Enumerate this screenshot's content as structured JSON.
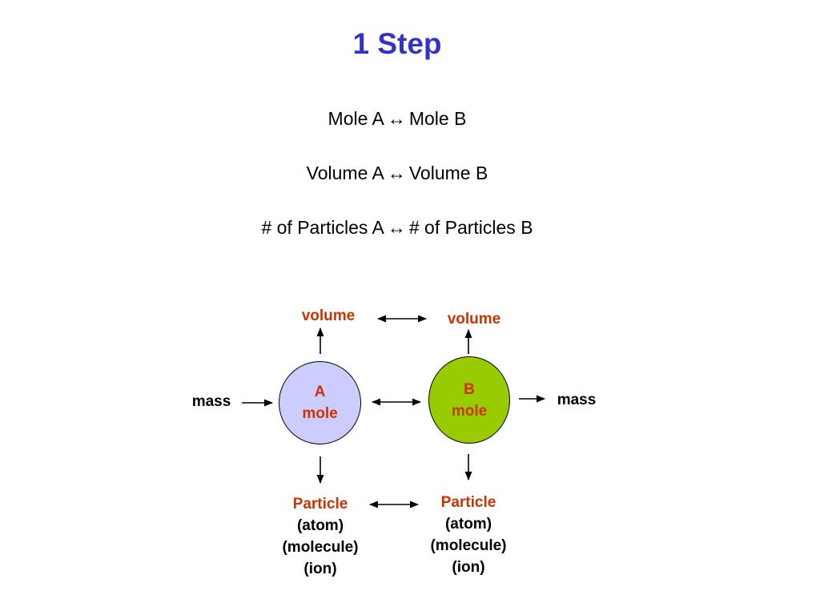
{
  "colors": {
    "title": "#3333cc",
    "accent": "#cc3300",
    "nodeA": "#ccccff",
    "nodeB": "#99cc00"
  },
  "title": "1 Step",
  "equations": [
    {
      "left": "Mole A",
      "arrow": "↔",
      "right": "Mole B"
    },
    {
      "left": "Volume A",
      "arrow": "↔",
      "right": "Volume B"
    },
    {
      "left": "# of Particles A",
      "arrow": "↔",
      "right": "# of Particles B"
    }
  ],
  "diagram": {
    "nodeA": {
      "line1": "A",
      "line2": "mole"
    },
    "nodeB": {
      "line1": "B",
      "line2": "mole"
    },
    "volume_a": "volume",
    "volume_b": "volume",
    "mass_a": "mass",
    "mass_b": "mass",
    "particle_a": {
      "head": "Particle",
      "l1": "(atom)",
      "l2": "(molecule)",
      "l3": "(ion)"
    },
    "particle_b": {
      "head": "Particle",
      "l1": "(atom)",
      "l2": "(molecule)",
      "l3": "(ion)"
    }
  }
}
